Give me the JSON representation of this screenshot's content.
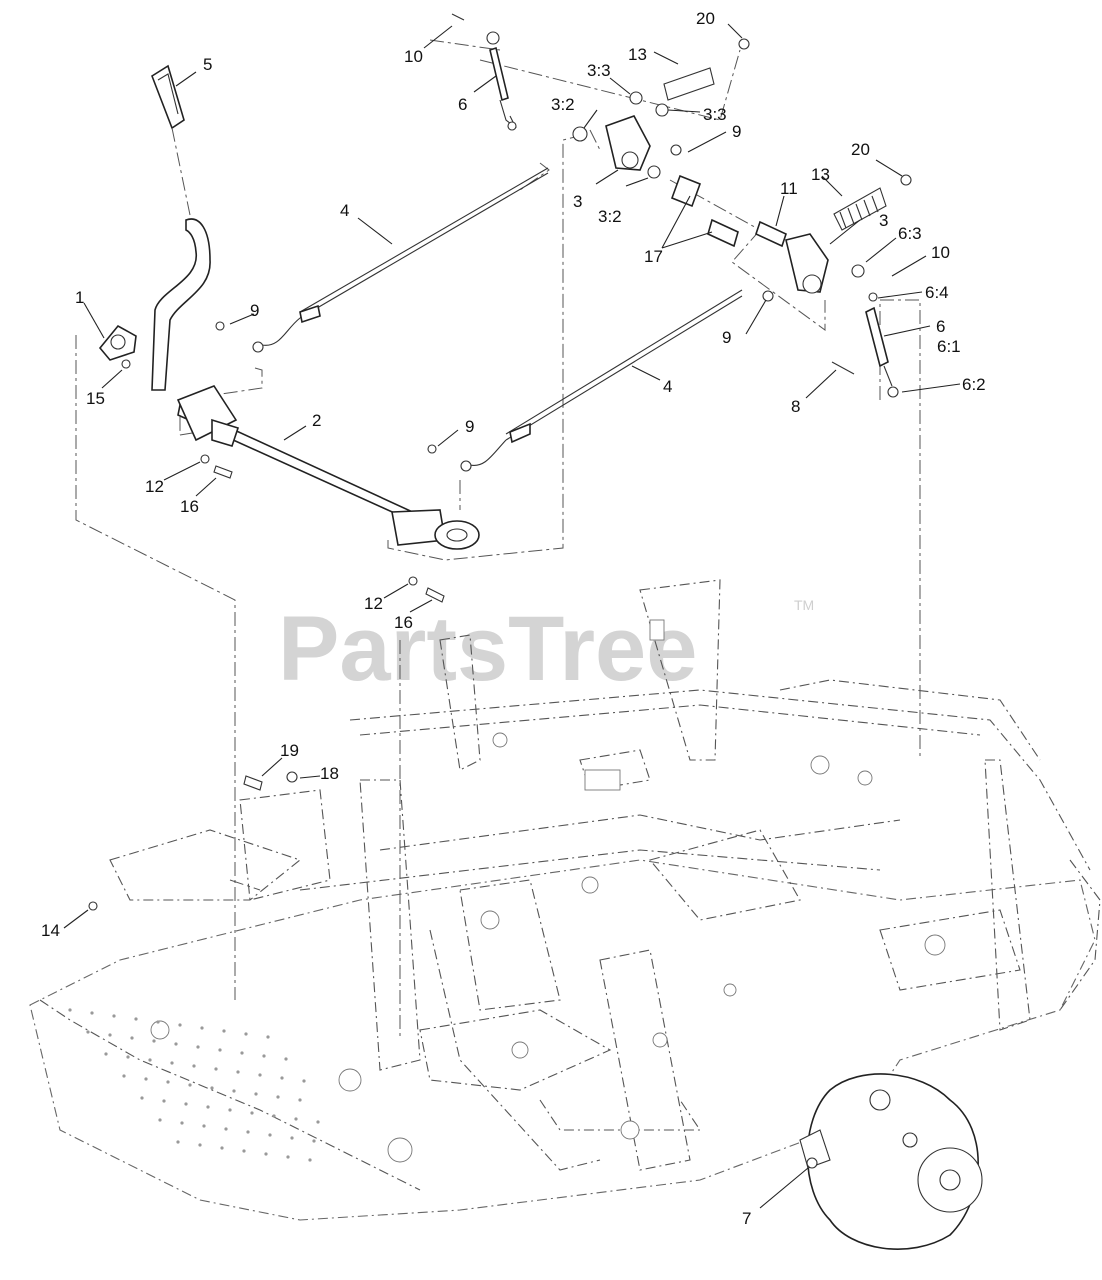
{
  "watermark": {
    "text": "PartsTree",
    "trademark": "TM"
  },
  "callouts": [
    "1",
    "2",
    "3",
    "3",
    "3:2",
    "3:2",
    "3:3",
    "3:3",
    "4",
    "4",
    "5",
    "6",
    "6",
    "6:1",
    "6:2",
    "6:3",
    "6:4",
    "7",
    "8",
    "9",
    "9",
    "9",
    "9",
    "10",
    "10",
    "11",
    "12",
    "12",
    "13",
    "13",
    "14",
    "15",
    "16",
    "16",
    "17",
    "18",
    "19",
    "20",
    "20"
  ]
}
